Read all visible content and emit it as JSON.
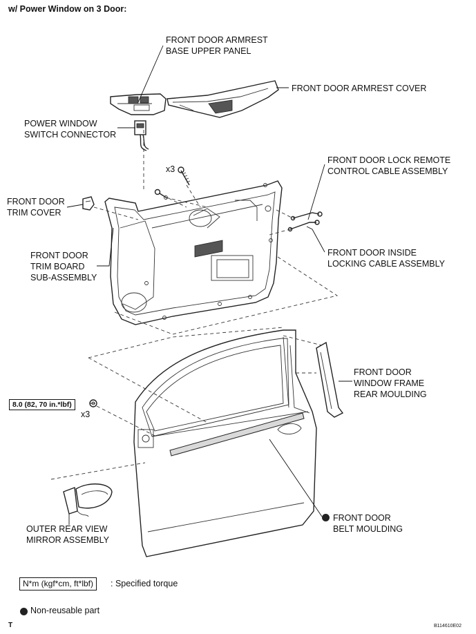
{
  "header": "w/ Power Window on 3 Door:",
  "labels": {
    "armrest_base": "FRONT DOOR ARMREST\nBASE UPPER PANEL",
    "armrest_cover": "FRONT DOOR ARMREST COVER",
    "pw_switch": "POWER WINDOW\nSWITCH CONNECTOR",
    "lock_remote": "FRONT DOOR LOCK REMOTE\nCONTROL CABLE ASSEMBLY",
    "trim_cover": "FRONT DOOR\nTRIM COVER",
    "inside_locking": "FRONT DOOR INSIDE\nLOCKING CABLE ASSEMBLY",
    "trim_board": "FRONT DOOR\nTRIM BOARD\nSUB-ASSEMBLY",
    "frame_moulding": "FRONT DOOR\nWINDOW FRAME\nREAR MOULDING",
    "mirror": "OUTER REAR VIEW\nMIRROR ASSEMBLY",
    "belt_moulding": "FRONT DOOR\nBELT MOULDING"
  },
  "qty_screws": "x3",
  "qty_nuts": "x3",
  "torque_spec": "8.0 (82, 70 in.*lbf)",
  "legend": {
    "unit_box": "N*m (kgf*cm, ft*lbf)",
    "unit_desc": ": Specified torque",
    "non_reusable": "Non-reusable part"
  },
  "footer": {
    "mark": "T",
    "code": "B114610E02"
  }
}
